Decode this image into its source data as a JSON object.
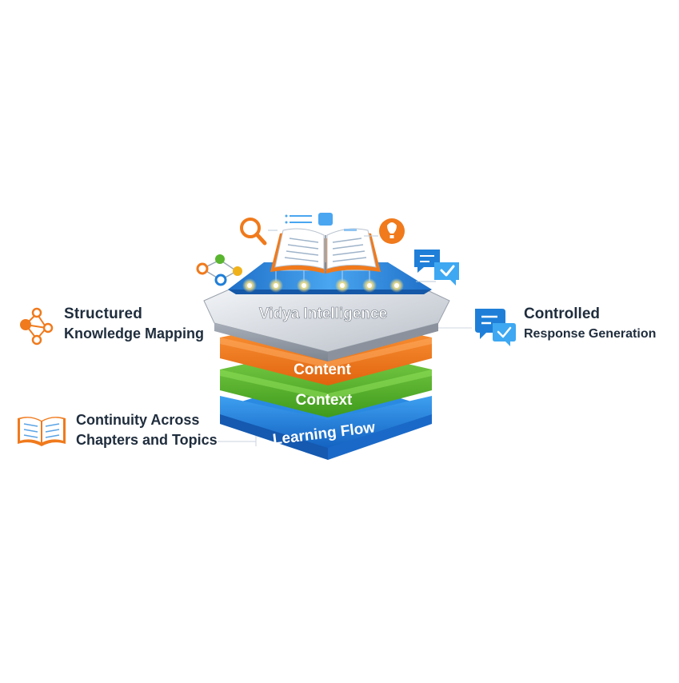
{
  "diagram": {
    "layers": [
      {
        "key": "intelligence",
        "label": "Vidya Intelligence",
        "color": "#c9ced6"
      },
      {
        "key": "content",
        "label": "Content",
        "color": "#f07a1c"
      },
      {
        "key": "context",
        "label": "Context",
        "color": "#5ab52f"
      },
      {
        "key": "flow",
        "label": "Learning Flow",
        "color": "#1f7fd8"
      }
    ],
    "features": [
      {
        "key": "knowledge",
        "line1": "Structured",
        "line2": "Knowledge Mapping",
        "icon": "network-nodes-icon"
      },
      {
        "key": "continuity",
        "line1": "Continuity Across",
        "line2": "Chapters and Topics",
        "icon": "open-book-icon"
      },
      {
        "key": "response",
        "line1": "Controlled",
        "line2": "Response Generation",
        "icon": "chat-bubbles-icon"
      }
    ],
    "top_icons": [
      "open-book-icon",
      "magnifier-icon",
      "lightbulb-icon",
      "chat-check-icon",
      "network-nodes-icon",
      "list-card-icon"
    ],
    "colors": {
      "orange": "#f07a1c",
      "green": "#5ab52f",
      "blue": "#1f7fd8",
      "silver": "#c9ced6",
      "text": "#1f2d3d"
    }
  }
}
